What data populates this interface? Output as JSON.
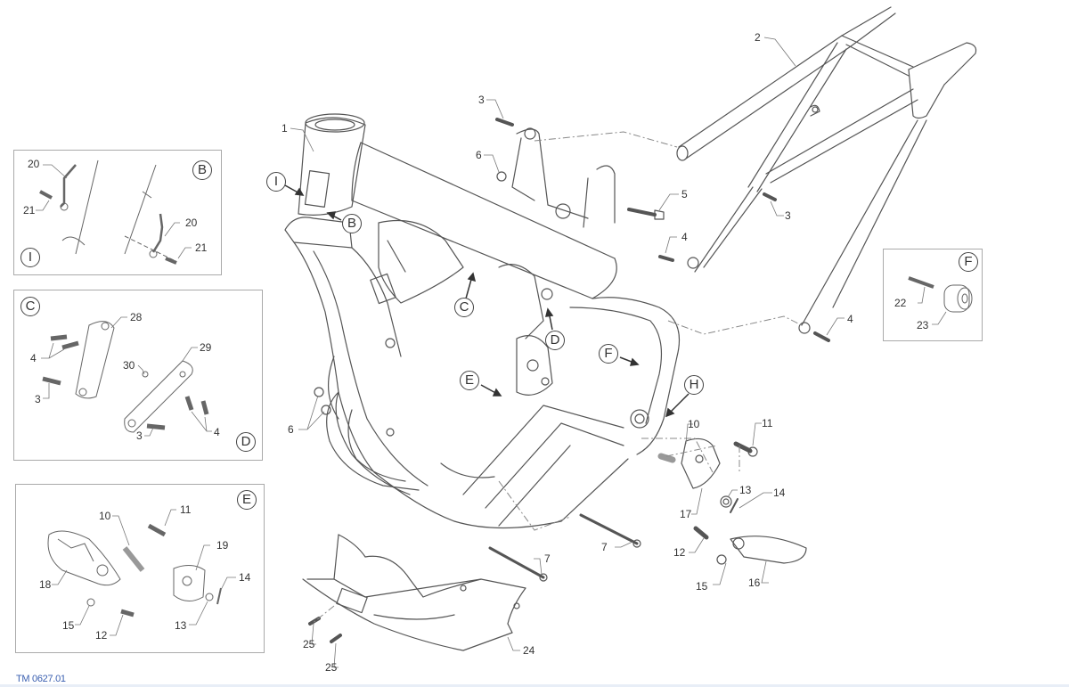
{
  "diagram": {
    "title": "Frame exploded parts diagram",
    "drawing_number": "TM 0627.01",
    "colors": {
      "line": "#555555",
      "leader": "#777777",
      "footer_text": "#3a5fb0",
      "box_border": "#aaaaaa"
    },
    "main_callouts": {
      "c1": "1",
      "c2": "2",
      "c3a": "3",
      "c3b": "3",
      "c4a": "4",
      "c4b": "4",
      "c5": "5",
      "c6a": "6",
      "c6b": "6",
      "c7a": "7",
      "c7b": "7",
      "c10": "10",
      "c11": "11",
      "c12": "12",
      "c13": "13",
      "c14": "14",
      "c15": "15",
      "c16": "16",
      "c17": "17",
      "c24": "24",
      "c25a": "25",
      "c25b": "25"
    },
    "view_markers": {
      "I": "I",
      "B": "B",
      "C": "C",
      "D": "D",
      "E": "E",
      "F": "F",
      "H": "H"
    },
    "detail_ib": {
      "marker_i": "I",
      "marker_b": "B",
      "c20a": "20",
      "c21a": "21",
      "c20b": "20",
      "c21b": "21"
    },
    "detail_cd": {
      "marker_c": "C",
      "marker_d": "D",
      "c28": "28",
      "c29": "29",
      "c30": "30",
      "c4a": "4",
      "c4b": "4",
      "c3a": "3",
      "c3b": "3"
    },
    "detail_e": {
      "marker_e": "E",
      "c10": "10",
      "c11": "11",
      "c12": "12",
      "c13": "13",
      "c14": "14",
      "c15": "15",
      "c18": "18",
      "c19": "19"
    },
    "detail_f": {
      "marker_f": "F",
      "c22": "22",
      "c23": "23"
    }
  }
}
